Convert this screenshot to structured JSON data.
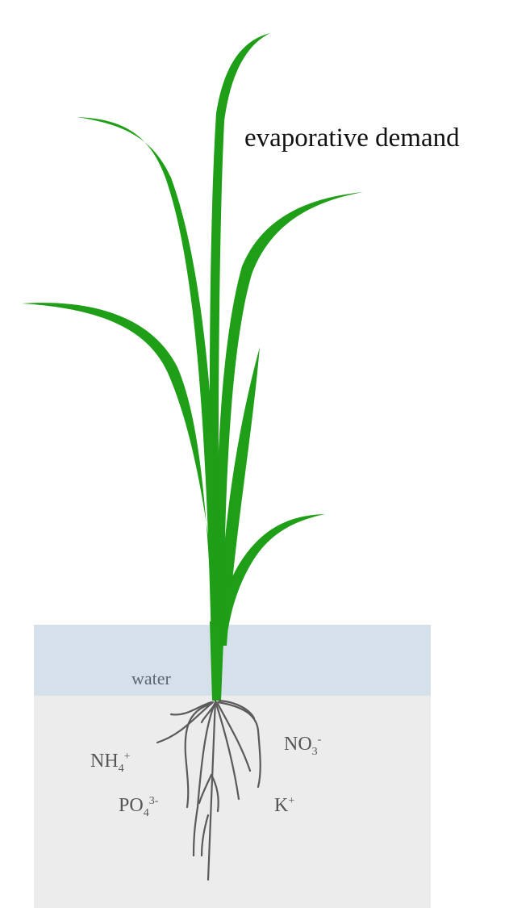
{
  "diagram": {
    "top_label": "evaporative demand",
    "water_label": "water",
    "nutrients": {
      "nh4": {
        "base": "NH",
        "sub": "4",
        "sup": "+"
      },
      "no3": {
        "base": "NO",
        "sub": "3",
        "sup": "-"
      },
      "po4": {
        "base": "PO",
        "sub": "4",
        "sup": "3-"
      },
      "k": {
        "base": "K",
        "sup": "+"
      }
    }
  },
  "colors": {
    "leaf": "#1f9e17",
    "water": "#d5e0ea",
    "soil": "#ececec",
    "root": "#5a5a5a",
    "text": "#555555"
  }
}
